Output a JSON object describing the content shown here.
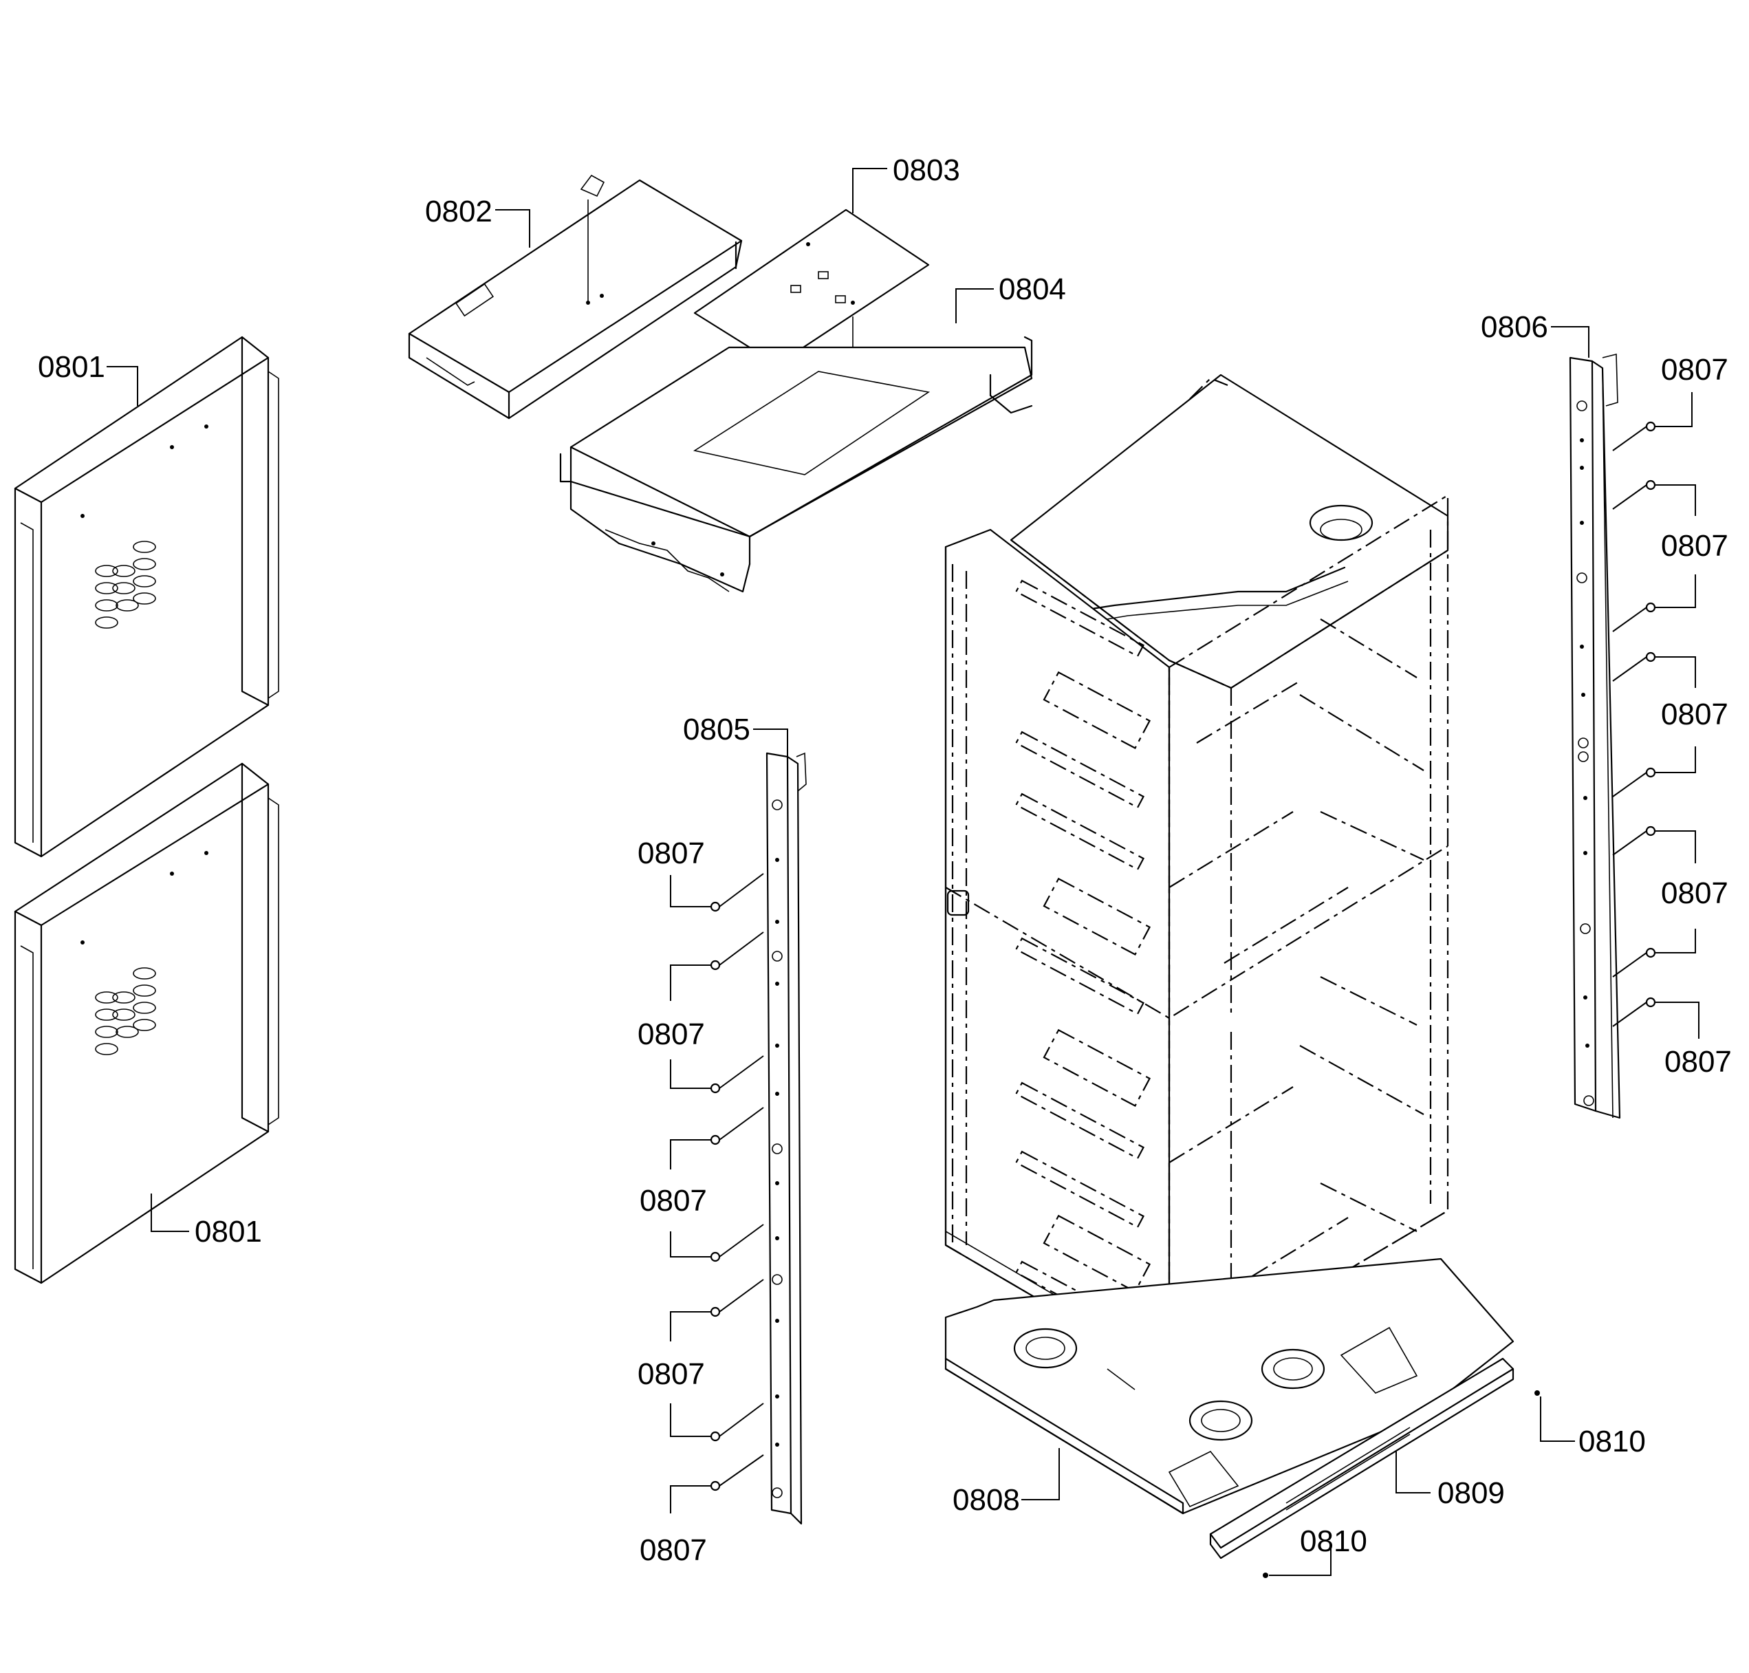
{
  "diagram": {
    "labels": {
      "0801_upper": "0801",
      "0801_lower": "0801",
      "0802": "0802",
      "0803": "0803",
      "0804": "0804",
      "0805": "0805",
      "0806": "0806",
      "0807_left_1": "0807",
      "0807_left_2": "0807",
      "0807_left_3": "0807",
      "0807_left_4": "0807",
      "0807_left_5": "0807",
      "0807_right_1": "0807",
      "0807_right_2": "0807",
      "0807_right_3": "0807",
      "0807_right_4": "0807",
      "0807_right_5": "0807",
      "0808": "0808",
      "0809": "0809",
      "0810_right": "0810",
      "0810_bottom": "0810"
    }
  }
}
